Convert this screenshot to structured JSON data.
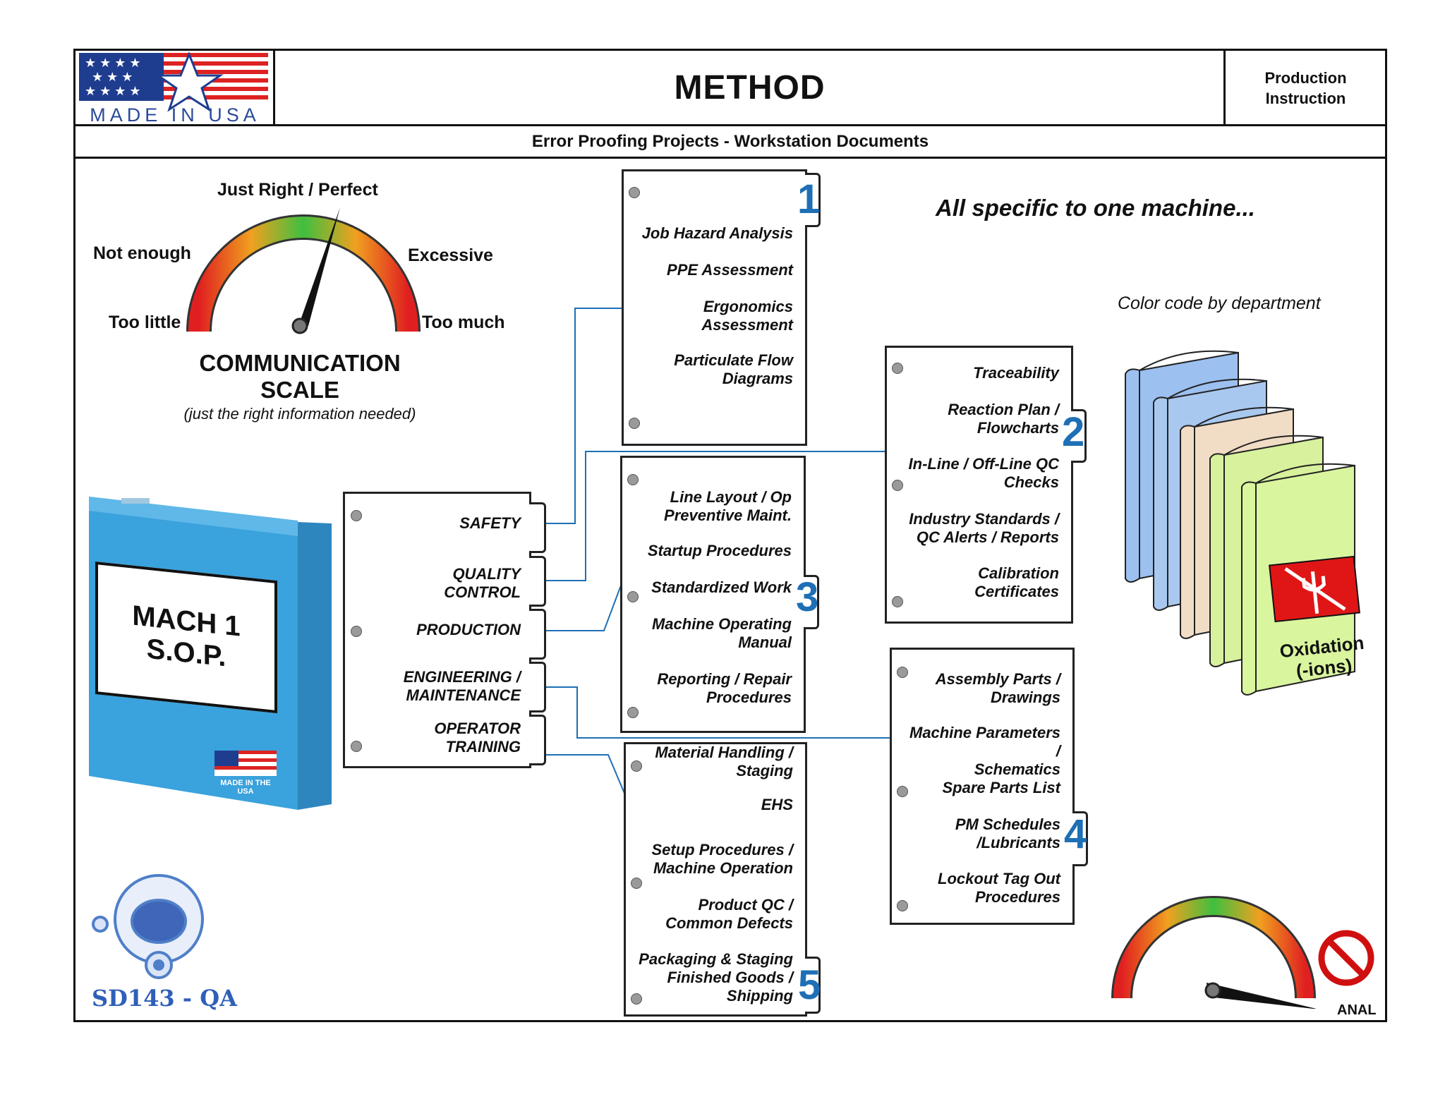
{
  "header": {
    "title": "METHOD",
    "doc_type": "Production\nInstruction",
    "subtitle": "Error Proofing Projects - Workstation Documents",
    "logo_text": "MADE IN USA"
  },
  "gauge": {
    "labels": {
      "top": "Just Right / Perfect",
      "left_upper": "Not enough",
      "left_lower": "Too little",
      "right_upper": "Excessive",
      "right_lower": "Too much"
    },
    "title_line1": "COMMUNICATION",
    "title_line2": "SCALE",
    "caption": "(just the right information needed)"
  },
  "binder": {
    "label_line1": "MACH 1",
    "label_line2": "S.O.P.",
    "badge_text": "MADE IN THE USA",
    "color": "#3aa2dc"
  },
  "main_tabs": {
    "items": [
      "SAFETY",
      "QUALITY\nCONTROL",
      "PRODUCTION",
      "ENGINEERING /\nMAINTENANCE",
      "OPERATOR\nTRAINING"
    ]
  },
  "documents": [
    {
      "number": "1",
      "items": [
        "Job Hazard Analysis",
        "PPE Assessment",
        "Ergonomics\nAssessment",
        "Particulate Flow\nDiagrams"
      ]
    },
    {
      "number": "2",
      "items": [
        "Traceability",
        "Reaction Plan /\nFlowcharts",
        "In-Line / Off-Line QC\nChecks",
        "Industry Standards /\nQC Alerts / Reports",
        "Calibration\nCertificates"
      ]
    },
    {
      "number": "3",
      "items": [
        "Line Layout / Op\nPreventive Maint.",
        "Startup Procedures",
        "Standardized Work",
        "Machine Operating\nManual",
        "Reporting / Repair\nProcedures"
      ]
    },
    {
      "number": "4",
      "items": [
        "Assembly Parts /\nDrawings",
        "Machine Parameters /\nSchematics",
        "Spare Parts List",
        "PM Schedules\n/Lubricants",
        "Lockout Tag Out\nProcedures"
      ]
    },
    {
      "number": "5",
      "items": [
        "Material Handling /\nStaging",
        "EHS",
        "Setup Procedures /\nMachine Operation",
        "Product QC /\nCommon Defects",
        "Packaging & Staging\nFinished Goods /\nShipping"
      ]
    }
  ],
  "right_panel": {
    "headline": "All specific to one machine...",
    "color_note": "Color code by department",
    "book_label": "Oxidation\n(-ions)",
    "book_colors": [
      "#9cc0ef",
      "#a9c8ef",
      "#f1dcc6",
      "#d7f19c",
      "#d9f59e"
    ]
  },
  "bottom_gauge": {
    "label": "ANAL"
  },
  "footer_logo": {
    "text": "SD143 - QA"
  },
  "colors": {
    "accent": "#1e6fb5",
    "line": "#1e6fb5"
  }
}
